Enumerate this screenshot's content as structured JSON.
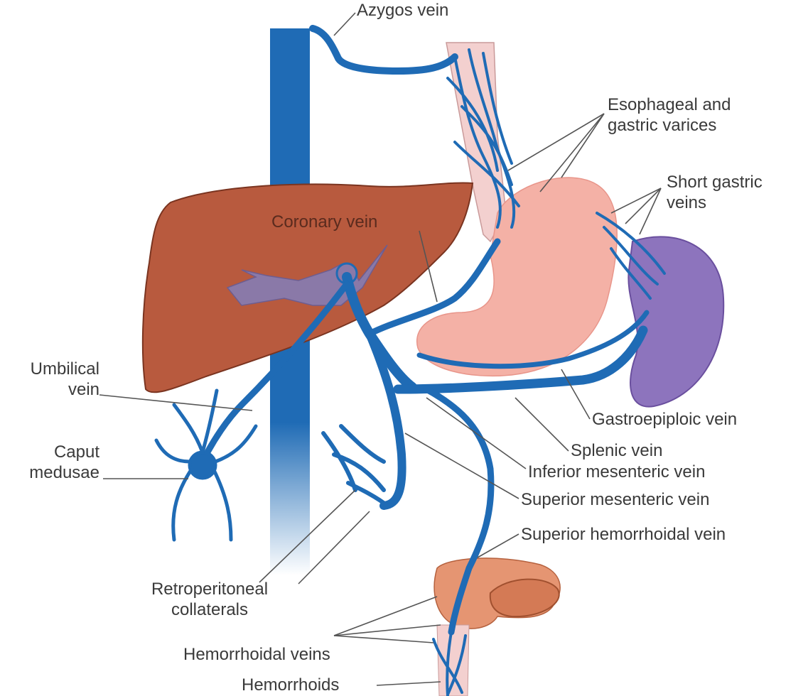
{
  "labels": {
    "azygos": "Azygos vein",
    "esophageal_1": "Esophageal and",
    "esophageal_2": "gastric varices",
    "short_gastric_1": "Short gastric",
    "short_gastric_2": "veins",
    "coronary": "Coronary vein",
    "umbilical_1": "Umbilical",
    "umbilical_2": "vein",
    "caput_1": "Caput",
    "caput_2": "medusae",
    "gastroepiploic": "Gastroepiploic vein",
    "splenic": "Splenic vein",
    "inferior_mesenteric": "Inferior mesenteric vein",
    "superior_mesenteric": "Superior mesenteric vein",
    "superior_hemorrhoidal": "Superior hemorrhoidal vein",
    "retroperitoneal_1": "Retroperitoneal",
    "retroperitoneal_2": "collaterals",
    "hemorrhoidal_veins": "Hemorrhoidal veins",
    "hemorrhoids": "Hemorrhoids"
  },
  "colors": {
    "vein": "#1f6bb5",
    "liver": "#b85a3e",
    "liver_edge": "#7a3420",
    "stomach": "#f4b1a6",
    "esophagus": "#f3d0cf",
    "spleen": "#8d74bd",
    "rectum": "#e59572",
    "portal_inner": "#8a79a8",
    "leader_line": "#555555"
  }
}
